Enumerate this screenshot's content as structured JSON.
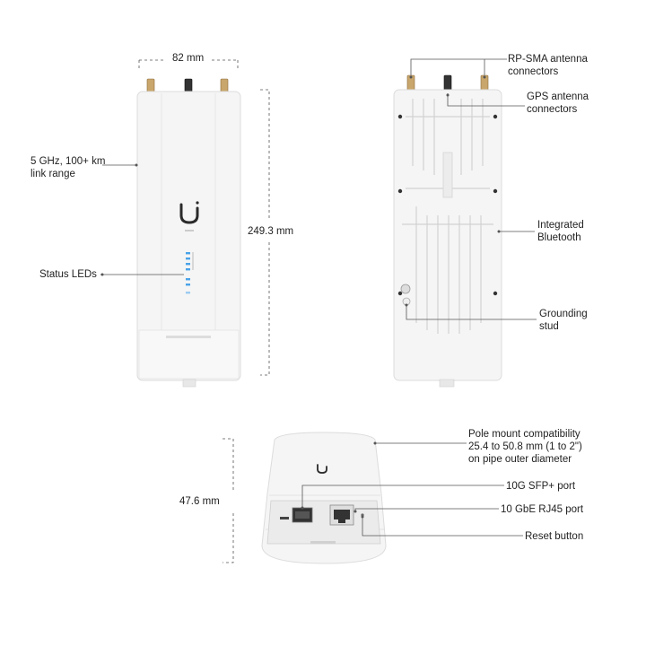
{
  "front": {
    "width_label": "82 mm",
    "height_label": "249.3 mm",
    "range_label": "5 GHz, 100+ km\nlink range",
    "status_leds_label": "Status LEDs"
  },
  "back": {
    "rpsma_label": "RP-SMA antenna\nconnectors",
    "gps_label": "GPS antenna\nconnectors",
    "bluetooth_label": "Integrated\nBluetooth",
    "grounding_label": "Grounding\nstud"
  },
  "bottom": {
    "depth_label": "47.6 mm",
    "pole_label": "Pole mount compatibility\n25.4 to 50.8 mm (1 to 2\")\non pipe outer diameter",
    "sfp_label": "10G SFP+ port",
    "rj45_label": "10 GbE RJ45 port",
    "reset_label": "Reset button"
  },
  "colors": {
    "led": "#4aa3e8",
    "device": "#f4f4f4",
    "outline": "#d8d8d8"
  }
}
